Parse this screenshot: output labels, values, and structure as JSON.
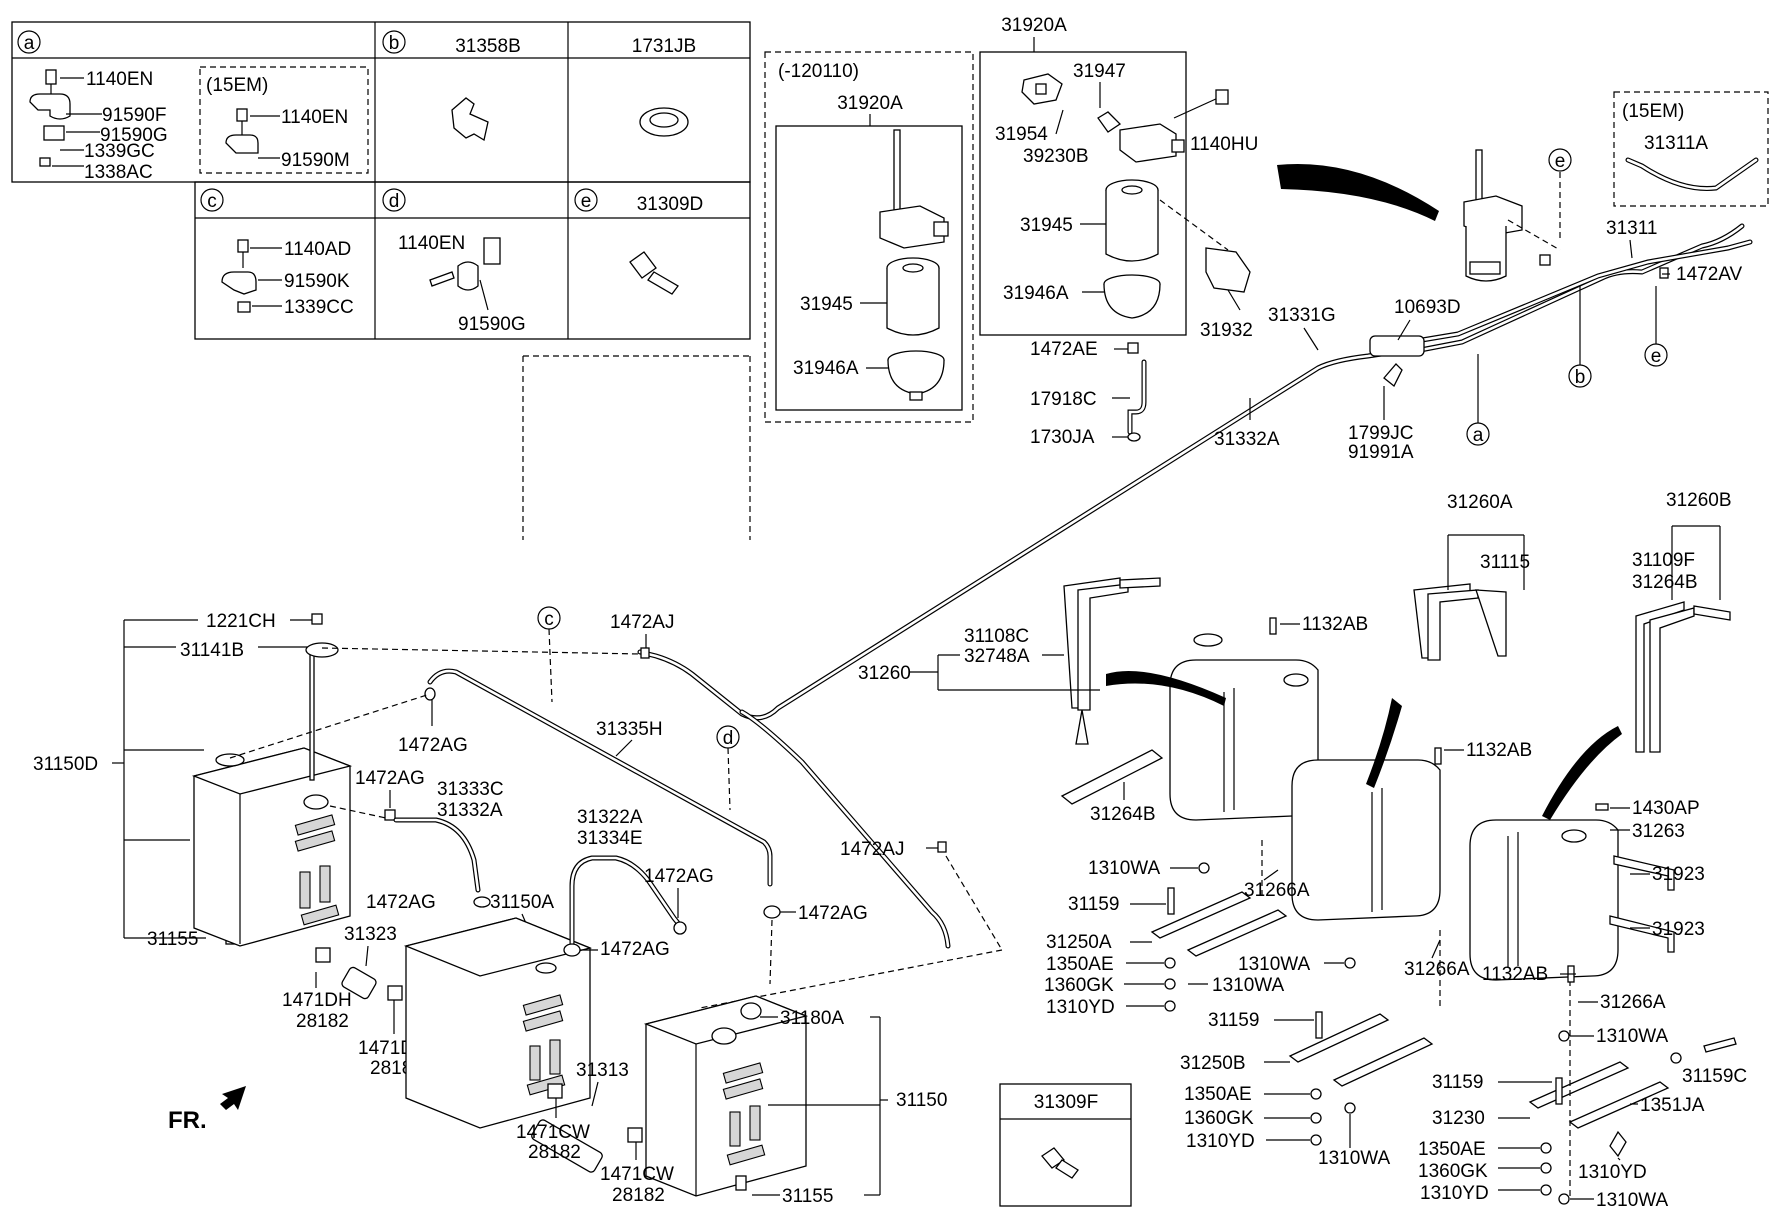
{
  "legend_boxes": {
    "a": {
      "letter": "a",
      "items": [
        "1140EN",
        "91590F",
        "91590G",
        "1339GC",
        "1338AC"
      ],
      "sub_title": "(15EM)",
      "sub_items": [
        "1140EN",
        "91590M"
      ]
    },
    "b": {
      "letter": "b",
      "part": "31358B"
    },
    "b2": {
      "part": "1731JB"
    },
    "c": {
      "letter": "c",
      "items": [
        "1140AD",
        "91590K",
        "1339CC"
      ]
    },
    "d": {
      "letter": "d",
      "items": [
        "1140EN",
        "91590G"
      ]
    },
    "e": {
      "letter": "e",
      "part": "31309D"
    }
  },
  "filter_old": {
    "title": "(-120110)",
    "assembly": "31920A",
    "labels": [
      "31945",
      "31946A"
    ]
  },
  "filter_new": {
    "assembly": "31920A",
    "labels": [
      "31947",
      "31954",
      "39230B",
      "1140HU",
      "31945",
      "31946A",
      "31932"
    ]
  },
  "variant_15em": {
    "title": "(15EM)",
    "part": "31311A"
  },
  "top_labels": [
    "1472AE",
    "17918C",
    "1730JA",
    "31331G",
    "10693D",
    "31332A",
    "1799JC",
    "91991A",
    "31311",
    "1472AV"
  ],
  "callouts": [
    "e",
    "b",
    "e",
    "a",
    "c",
    "d"
  ],
  "left_labels": [
    "1221CH",
    "31141B",
    "31150D",
    "31155",
    "1472AG",
    "1472AG",
    "31333C",
    "31332A",
    "1472AG",
    "31150A",
    "31323",
    "1471DH",
    "28182",
    "1471DH",
    "28182",
    "31322A",
    "31334E",
    "1472AG",
    "1472AG",
    "1472AJ",
    "31335H",
    "1472AG",
    "1472AJ",
    "31180A",
    "31150",
    "31155",
    "31313",
    "1471CW",
    "28182",
    "1471CW",
    "28182"
  ],
  "front_label": "FR.",
  "right_labels": [
    "31260A",
    "31115",
    "31260B",
    "31109F",
    "31264B",
    "31108C",
    "32748A",
    "31260",
    "1132AB",
    "1132AB",
    "31264B",
    "1430AP",
    "31263",
    "31923",
    "31923",
    "1310WA",
    "31266A",
    "31159",
    "31250A",
    "1350AE",
    "1360GK",
    "1310YD",
    "1310WA",
    "1310WA",
    "31266A",
    "1132AB",
    "31266A",
    "31159",
    "31250B",
    "1350AE",
    "1360GK",
    "1310YD",
    "1310WA",
    "1310WA",
    "31159C",
    "31159",
    "31230",
    "1351JA",
    "1350AE",
    "1360GK",
    "1310YD",
    "1310YD",
    "1310WA"
  ],
  "box_31309f": {
    "part": "31309F"
  }
}
